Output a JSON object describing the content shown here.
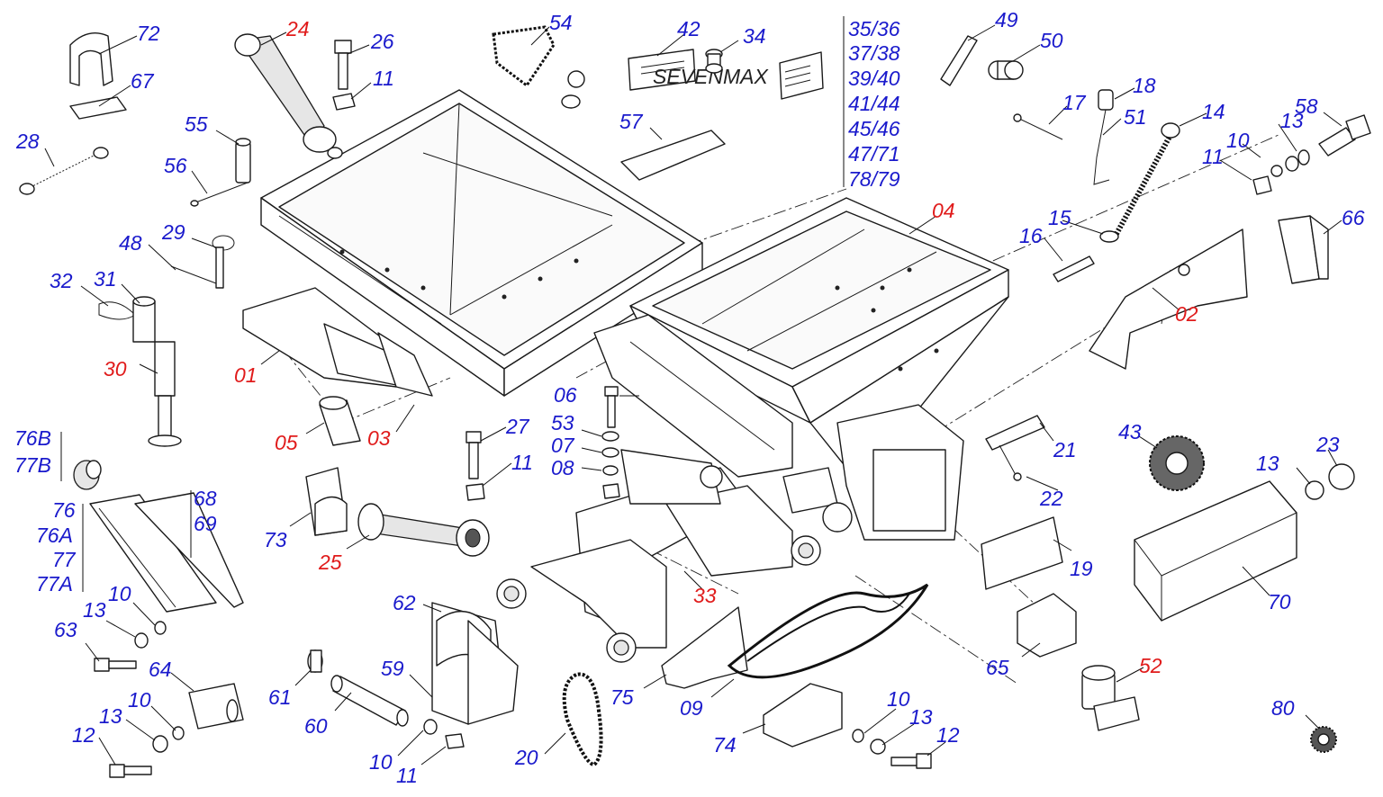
{
  "colors": {
    "label_blue": "#1a1acc",
    "label_red": "#e01b1b",
    "line": "#1a1a1a"
  },
  "callouts": [
    {
      "id": "c72",
      "text": "72",
      "color": "blue"
    },
    {
      "id": "c67",
      "text": "67",
      "color": "blue"
    },
    {
      "id": "c28",
      "text": "28",
      "color": "blue"
    },
    {
      "id": "c24",
      "text": "24",
      "color": "red"
    },
    {
      "id": "c26",
      "text": "26",
      "color": "blue"
    },
    {
      "id": "c11a",
      "text": "11",
      "color": "blue"
    },
    {
      "id": "c55",
      "text": "55",
      "color": "blue"
    },
    {
      "id": "c56",
      "text": "56",
      "color": "blue"
    },
    {
      "id": "c29",
      "text": "29",
      "color": "blue"
    },
    {
      "id": "c48",
      "text": "48",
      "color": "blue"
    },
    {
      "id": "c32",
      "text": "32",
      "color": "blue"
    },
    {
      "id": "c31",
      "text": "31",
      "color": "blue"
    },
    {
      "id": "c30",
      "text": "30",
      "color": "red"
    },
    {
      "id": "c01",
      "text": "01",
      "color": "red"
    },
    {
      "id": "c05",
      "text": "05",
      "color": "red"
    },
    {
      "id": "c03",
      "text": "03",
      "color": "red"
    },
    {
      "id": "c54",
      "text": "54",
      "color": "blue"
    },
    {
      "id": "c42",
      "text": "42",
      "color": "blue"
    },
    {
      "id": "c34",
      "text": "34",
      "color": "blue"
    },
    {
      "id": "c57",
      "text": "57",
      "color": "blue"
    },
    {
      "id": "c04",
      "text": "04",
      "color": "red"
    },
    {
      "id": "c49",
      "text": "49",
      "color": "blue"
    },
    {
      "id": "c50",
      "text": "50",
      "color": "blue"
    },
    {
      "id": "c18",
      "text": "18",
      "color": "blue"
    },
    {
      "id": "c17",
      "text": "17",
      "color": "blue"
    },
    {
      "id": "c51",
      "text": "51",
      "color": "blue"
    },
    {
      "id": "c14",
      "text": "14",
      "color": "blue"
    },
    {
      "id": "c13a",
      "text": "13",
      "color": "blue"
    },
    {
      "id": "c58",
      "text": "58",
      "color": "blue"
    },
    {
      "id": "c10a",
      "text": "10",
      "color": "blue"
    },
    {
      "id": "c11b",
      "text": "11",
      "color": "blue"
    },
    {
      "id": "c15",
      "text": "15",
      "color": "blue"
    },
    {
      "id": "c16",
      "text": "16",
      "color": "blue"
    },
    {
      "id": "c66",
      "text": "66",
      "color": "blue"
    },
    {
      "id": "c02",
      "text": "02",
      "color": "red"
    },
    {
      "id": "c06",
      "text": "06",
      "color": "blue"
    },
    {
      "id": "c53",
      "text": "53",
      "color": "blue"
    },
    {
      "id": "c07",
      "text": "07",
      "color": "blue"
    },
    {
      "id": "c08",
      "text": "08",
      "color": "blue"
    },
    {
      "id": "c27",
      "text": "27",
      "color": "blue"
    },
    {
      "id": "c11c",
      "text": "11",
      "color": "blue"
    },
    {
      "id": "c21",
      "text": "21",
      "color": "blue"
    },
    {
      "id": "c22",
      "text": "22",
      "color": "blue"
    },
    {
      "id": "c43",
      "text": "43",
      "color": "blue"
    },
    {
      "id": "c23",
      "text": "23",
      "color": "blue"
    },
    {
      "id": "c13b",
      "text": "13",
      "color": "blue"
    },
    {
      "id": "c76B",
      "text": "76B",
      "color": "blue"
    },
    {
      "id": "c77B",
      "text": "77B",
      "color": "blue"
    },
    {
      "id": "c76",
      "text": "76",
      "color": "blue"
    },
    {
      "id": "c76A",
      "text": "76A",
      "color": "blue"
    },
    {
      "id": "c77",
      "text": "77",
      "color": "blue"
    },
    {
      "id": "c77A",
      "text": "77A",
      "color": "blue"
    },
    {
      "id": "c68",
      "text": "68",
      "color": "blue"
    },
    {
      "id": "c69",
      "text": "69",
      "color": "blue"
    },
    {
      "id": "c73",
      "text": "73",
      "color": "blue"
    },
    {
      "id": "c25",
      "text": "25",
      "color": "red"
    },
    {
      "id": "c33",
      "text": "33",
      "color": "red"
    },
    {
      "id": "c19",
      "text": "19",
      "color": "blue"
    },
    {
      "id": "c70",
      "text": "70",
      "color": "blue"
    },
    {
      "id": "c62",
      "text": "62",
      "color": "blue"
    },
    {
      "id": "c10b",
      "text": "10",
      "color": "blue"
    },
    {
      "id": "c13c",
      "text": "13",
      "color": "blue"
    },
    {
      "id": "c63",
      "text": "63",
      "color": "blue"
    },
    {
      "id": "c64",
      "text": "64",
      "color": "blue"
    },
    {
      "id": "c10c",
      "text": "10",
      "color": "blue"
    },
    {
      "id": "c13d",
      "text": "13",
      "color": "blue"
    },
    {
      "id": "c12a",
      "text": "12",
      "color": "blue"
    },
    {
      "id": "c59",
      "text": "59",
      "color": "blue"
    },
    {
      "id": "c61",
      "text": "61",
      "color": "blue"
    },
    {
      "id": "c60",
      "text": "60",
      "color": "blue"
    },
    {
      "id": "c10d",
      "text": "10",
      "color": "blue"
    },
    {
      "id": "c11d",
      "text": "11",
      "color": "blue"
    },
    {
      "id": "c20",
      "text": "20",
      "color": "blue"
    },
    {
      "id": "c75",
      "text": "75",
      "color": "blue"
    },
    {
      "id": "c09",
      "text": "09",
      "color": "blue"
    },
    {
      "id": "c74",
      "text": "74",
      "color": "blue"
    },
    {
      "id": "c10e",
      "text": "10",
      "color": "blue"
    },
    {
      "id": "c13e",
      "text": "13",
      "color": "blue"
    },
    {
      "id": "c12b",
      "text": "12",
      "color": "blue"
    },
    {
      "id": "c65",
      "text": "65",
      "color": "blue"
    },
    {
      "id": "c52",
      "text": "52",
      "color": "red"
    },
    {
      "id": "c80",
      "text": "80",
      "color": "blue"
    }
  ],
  "decal_list": [
    "35/36",
    "37/38",
    "39/40",
    "41/44",
    "45/46",
    "47/71",
    "78/79"
  ],
  "plate_42": {
    "brand_text": "SEVENMAX"
  }
}
